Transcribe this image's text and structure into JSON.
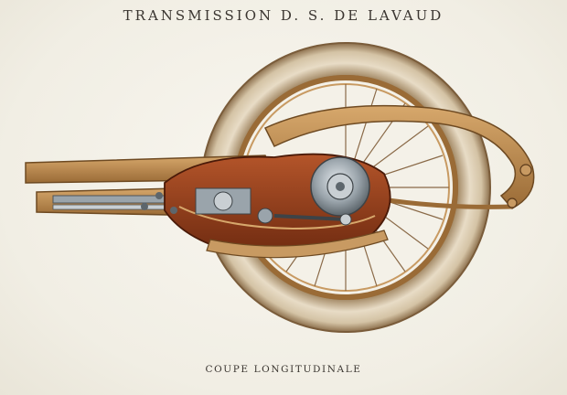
{
  "plate": {
    "title": "TRANSMISSION D. S. DE LAVAUD",
    "caption": "COUPE LONGITUDINALE"
  },
  "colors": {
    "paper": "#f4f1e8",
    "tire": "#d9cbb3",
    "tire_shadow": "#a88f6c",
    "bronze": "#b7864d",
    "copper": "#8e3b18",
    "steel": "#9aa4ab",
    "ink": "#3a3530"
  },
  "icons": [
    "wheel-illustration",
    "transmission-cutaway"
  ]
}
